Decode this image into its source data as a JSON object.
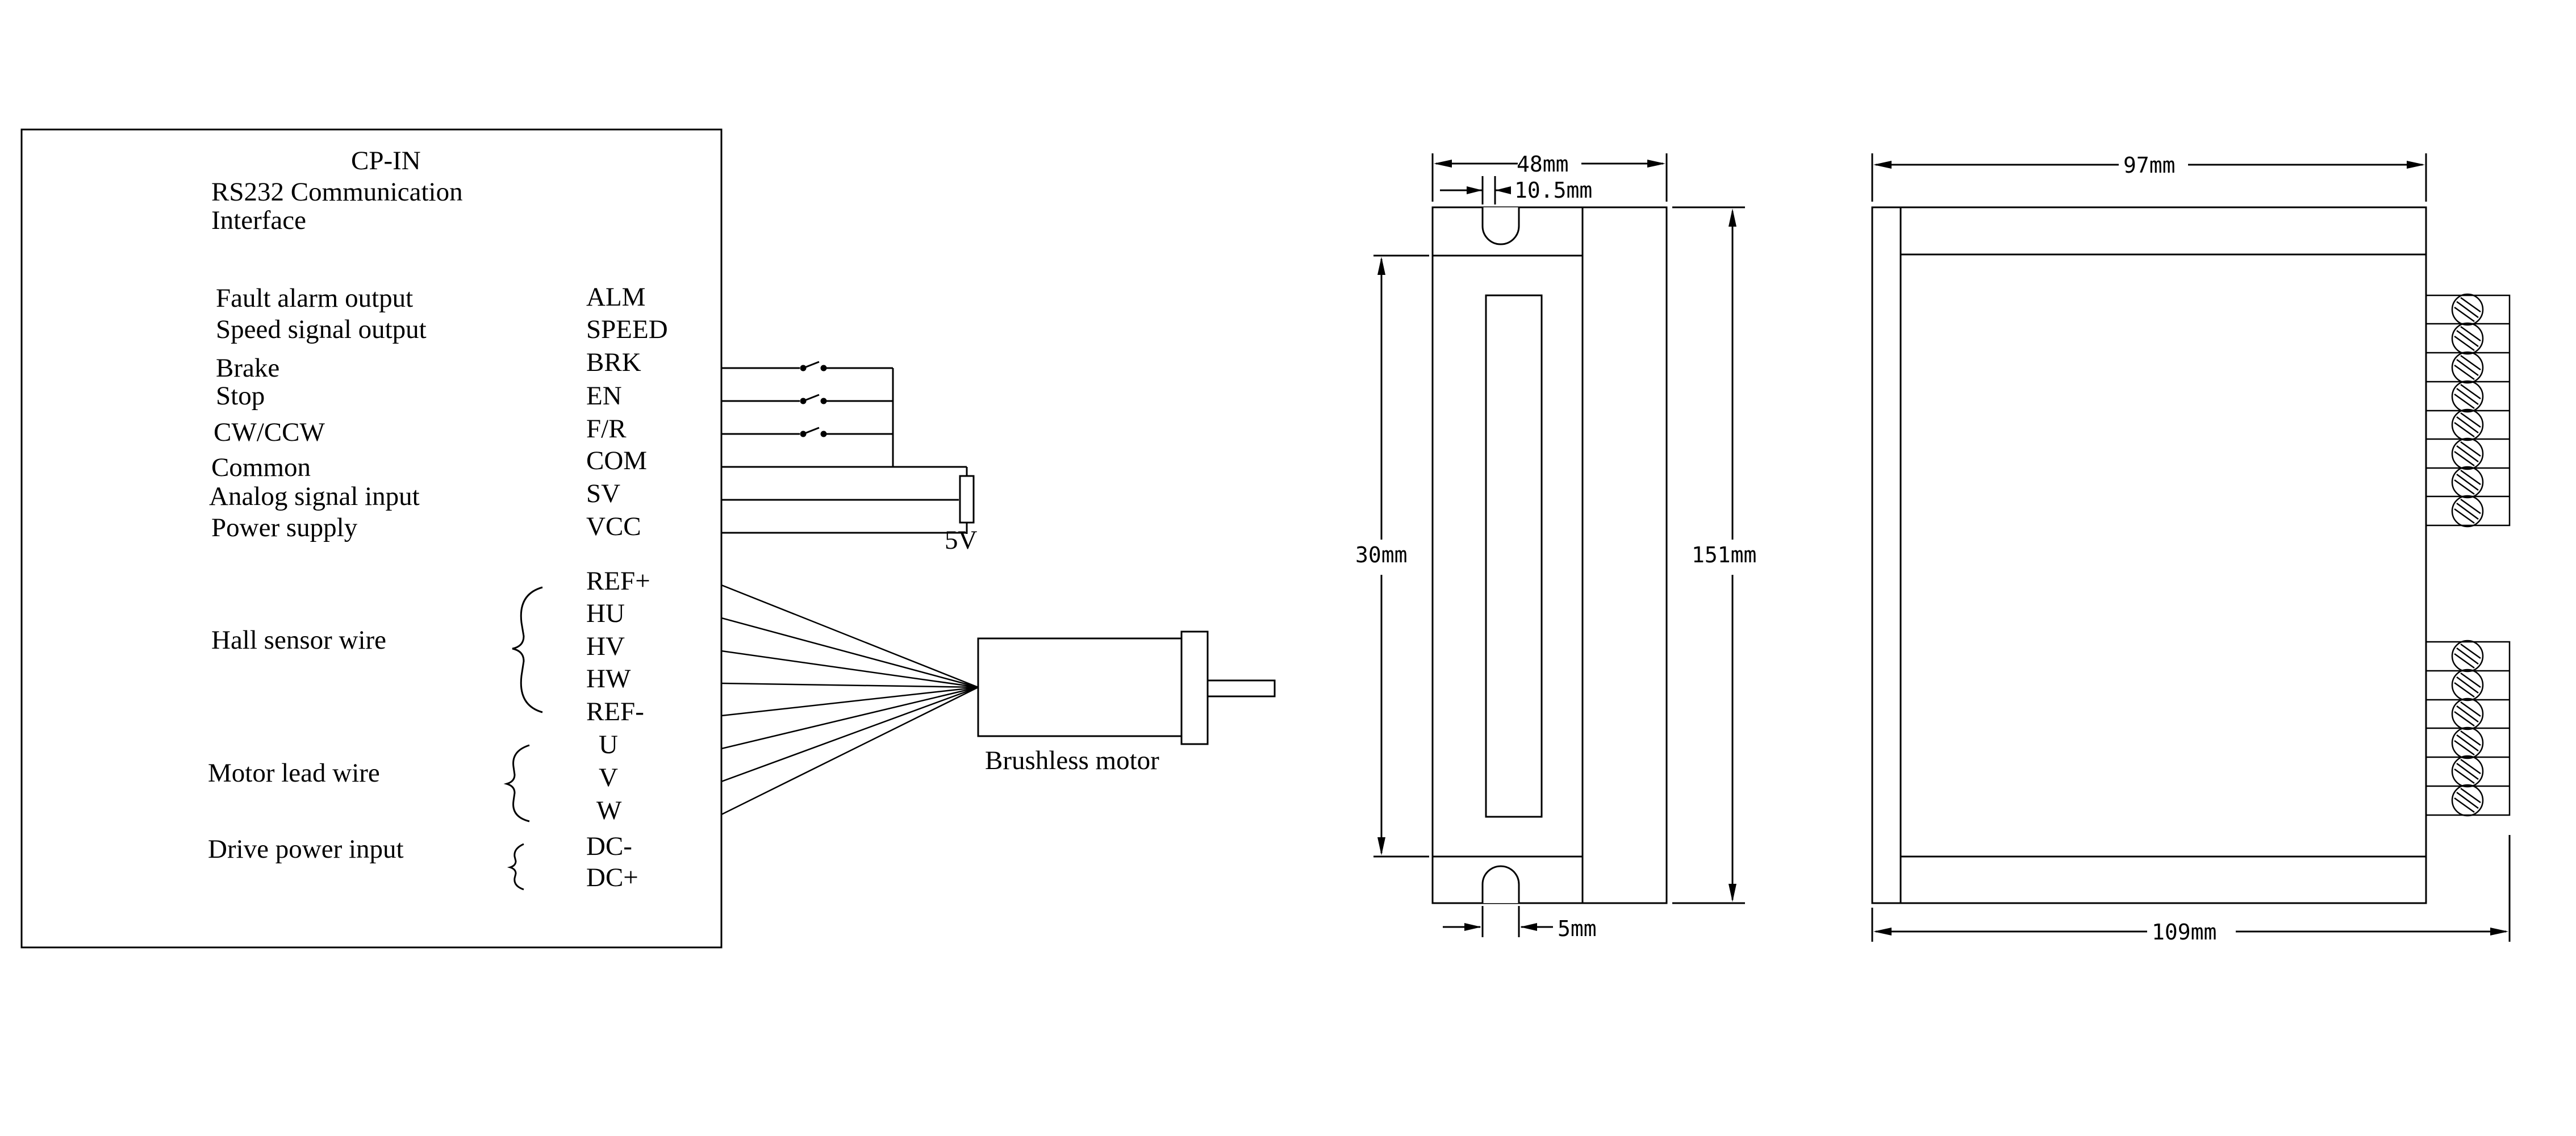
{
  "wiring": {
    "header": {
      "line1": "CP-IN",
      "line2": "RS232 Communication",
      "line3": "Interface"
    },
    "signals": [
      {
        "name": "Fault alarm output",
        "pin": "ALM"
      },
      {
        "name": "Speed signal output",
        "pin": "SPEED"
      },
      {
        "name": "Brake",
        "pin": "BRK"
      },
      {
        "name": "Stop",
        "pin": "EN"
      },
      {
        "name": "CW/CCW",
        "pin": "F/R"
      },
      {
        "name": "Common",
        "pin": "COM"
      },
      {
        "name": "Analog signal input",
        "pin": "SV"
      },
      {
        "name": "Power supply",
        "pin": "VCC"
      }
    ],
    "groups": {
      "hall": {
        "label": "Hall sensor wire",
        "pins": [
          "REF+",
          "HU",
          "HV",
          "HW",
          "REF-"
        ]
      },
      "motor": {
        "label": "Motor lead wire",
        "pins": [
          "U",
          "V",
          "W"
        ]
      },
      "power": {
        "label": "Drive power input",
        "pins": [
          "DC-",
          "DC+"
        ]
      }
    },
    "voltage_label": "5V",
    "motor_label": "Brushless motor"
  },
  "dimensions": {
    "front_view": {
      "width_label": "48mm",
      "slot_label": "10.5mm",
      "inner_height_label": "30mm",
      "height_label": "151mm",
      "hole_label": "5mm"
    },
    "side_view": {
      "top_width_label": "97mm",
      "bottom_width_label": "109mm"
    }
  },
  "colors": {
    "line": "#000000",
    "background": "#ffffff"
  }
}
